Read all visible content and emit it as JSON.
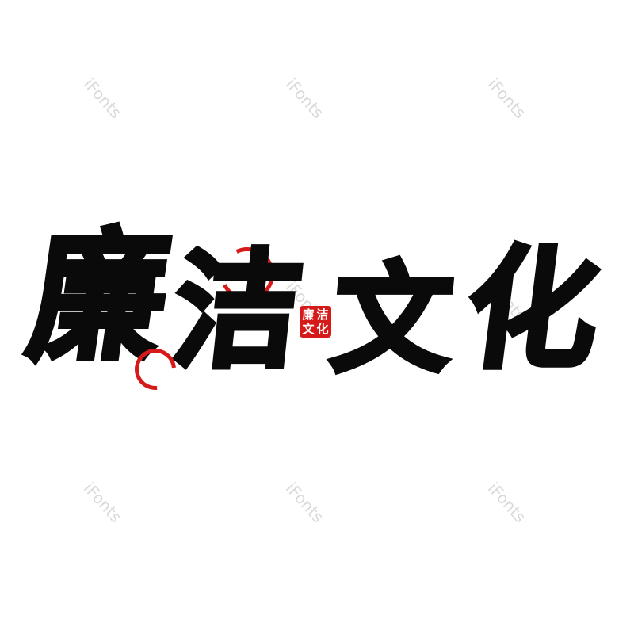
{
  "watermark": {
    "text": "iFonts",
    "color": "#d9d9d9"
  },
  "title": {
    "chars": [
      "廉",
      "洁",
      "文",
      "化"
    ],
    "ink_color": "#0a0a0a",
    "accent_color": "#d61a1a"
  },
  "seal": {
    "chars": [
      "廉",
      "洁",
      "文",
      "化"
    ],
    "color": "#d61a1a"
  }
}
